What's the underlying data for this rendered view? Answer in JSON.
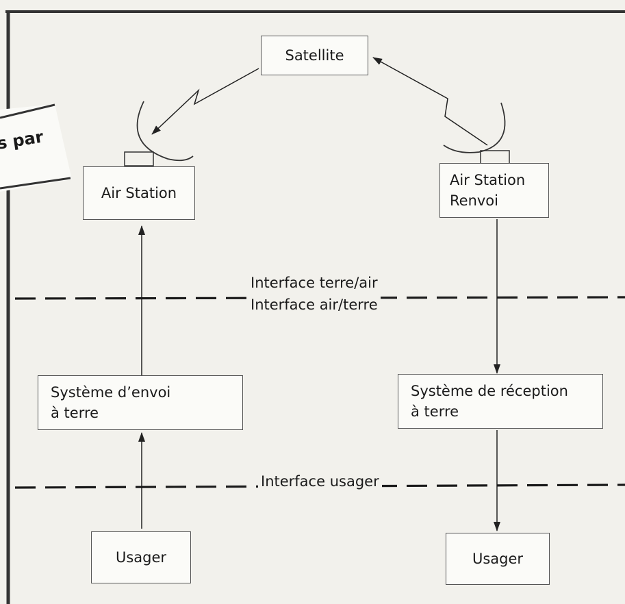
{
  "diagram": {
    "nodes": {
      "satellite": "Satellite",
      "air_station": "Air Station",
      "air_station_renvoi": [
        "Air Station",
        "Renvoi"
      ],
      "systeme_envoi": [
        "Système d’envoi",
        "à terre"
      ],
      "systeme_reception": [
        "Système de réception",
        "à terre"
      ],
      "usager_left": "Usager",
      "usager_right": "Usager"
    },
    "interfaces": {
      "terre_air": "Interface terre/air",
      "air_terre": "Interface air/terre",
      "usager": "Interface usager"
    },
    "edges": [
      {
        "from": "satellite",
        "to": "air_station"
      },
      {
        "from": "air_station_renvoi",
        "to": "satellite"
      },
      {
        "from": "systeme_envoi",
        "to": "air_station"
      },
      {
        "from": "usager_left",
        "to": "systeme_envoi"
      },
      {
        "from": "air_station_renvoi",
        "to": "systeme_reception"
      },
      {
        "from": "systeme_reception",
        "to": "usager_right"
      }
    ]
  },
  "page_fragment": "s par"
}
